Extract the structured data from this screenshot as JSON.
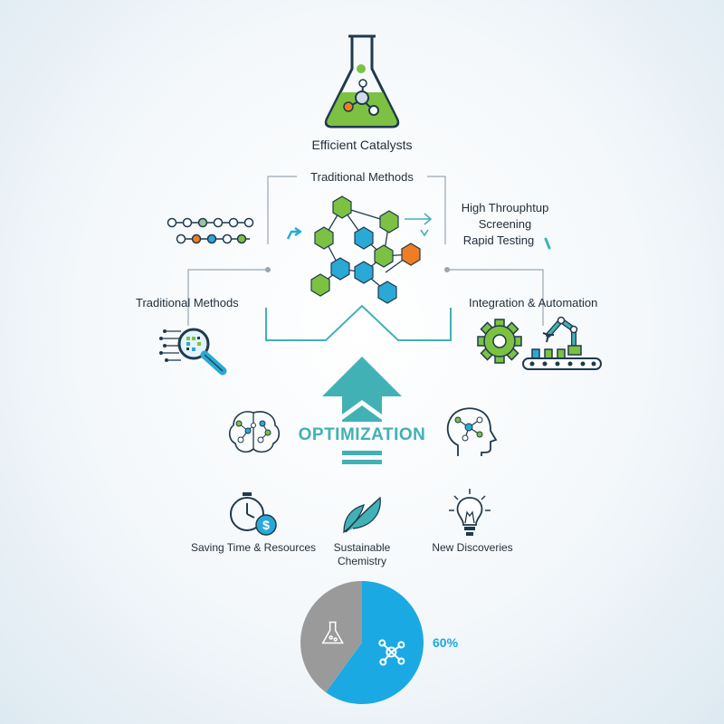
{
  "colors": {
    "teal": "#42b1b5",
    "green": "#7dc142",
    "blue": "#2aa9d6",
    "orange": "#ef7d22",
    "dark": "#1f3a4d",
    "gray": "#9a9a9a",
    "pie_blue": "#1aa9e3"
  },
  "header": {
    "icon": "flask-icon",
    "title": "Efficient Catalysts"
  },
  "top": {
    "center_label": "Traditional Methods",
    "right_lines": [
      "High Throuphtup",
      "Screening",
      "Rapid Testing"
    ]
  },
  "middle": {
    "left_label": "Traditional Methods",
    "left_icon": "magnifier-circuit-icon",
    "right_label": "Integration & Automation",
    "right_icons": [
      "gear-icon",
      "robot-arm-icon"
    ]
  },
  "optimization": {
    "label": "OPTIMIZATION",
    "icons": [
      "brain-network-icon",
      "head-circuit-icon"
    ]
  },
  "benefits": [
    {
      "icon": "stopwatch-dollar-icon",
      "label": "Saving Time & Resources"
    },
    {
      "icon": "leaf-icon",
      "label_lines": [
        "Sustainable",
        "Chemistry"
      ]
    },
    {
      "icon": "lightbulb-icon",
      "label": "New Discoveries"
    }
  ],
  "chart_data": {
    "type": "pie",
    "slices": [
      {
        "value": 60,
        "color": "#1aa9e3",
        "icon": "molecule-icon"
      },
      {
        "value": 40,
        "color": "#9a9a9a",
        "icon": "flask-icon"
      }
    ],
    "annotations": [
      "60%"
    ]
  }
}
